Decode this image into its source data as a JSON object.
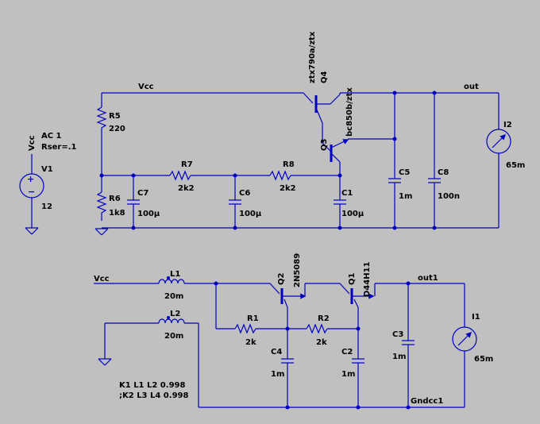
{
  "colors": {
    "background": "#c0c0c0",
    "wire": "#0000c0",
    "text": "#000000"
  },
  "upper": {
    "v1": {
      "name": "V1",
      "value": "12",
      "node": "Vcc",
      "ac": "AC 1",
      "rser": "Rser=.1"
    },
    "vcc_label": "Vcc",
    "r5": {
      "name": "R5",
      "value": "220"
    },
    "r6": {
      "name": "R6",
      "value": "1k8"
    },
    "r7": {
      "name": "R7",
      "value": "2k2"
    },
    "r8": {
      "name": "R8",
      "value": "2k2"
    },
    "c7": {
      "name": "C7",
      "value": "100µ"
    },
    "c6": {
      "name": "C6",
      "value": "100µ"
    },
    "c1": {
      "name": "C1",
      "value": "100µ"
    },
    "c5": {
      "name": "C5",
      "value": "1m"
    },
    "c8": {
      "name": "C8",
      "value": "100n"
    },
    "q4": {
      "name": "Q4",
      "model": "ztx790a/ztx"
    },
    "q3": {
      "name": "Q3",
      "model": "bc850b/ztx"
    },
    "out_label": "out",
    "i2": {
      "name": "I2",
      "value": "65m"
    }
  },
  "lower": {
    "vcc_label": "Vcc",
    "l1": {
      "name": "L1",
      "value": "20m"
    },
    "l2": {
      "name": "L2",
      "value": "20m"
    },
    "q2": {
      "name": "Q2",
      "model": "2N5089"
    },
    "q1": {
      "name": "Q1",
      "model": "D44H11"
    },
    "r1": {
      "name": "R1",
      "value": "2k"
    },
    "r2": {
      "name": "R2",
      "value": "2k"
    },
    "c4": {
      "name": "C4",
      "value": "1m"
    },
    "c2": {
      "name": "C2",
      "value": "1m"
    },
    "c3": {
      "name": "C3",
      "value": "1m"
    },
    "i1": {
      "name": "I1",
      "value": "65m"
    },
    "out_label": "out1",
    "gnd_label": "Gndcc1",
    "k1": "K1 L1 L2 0.998",
    "k2": ";K2 L3 L4 0.998"
  }
}
